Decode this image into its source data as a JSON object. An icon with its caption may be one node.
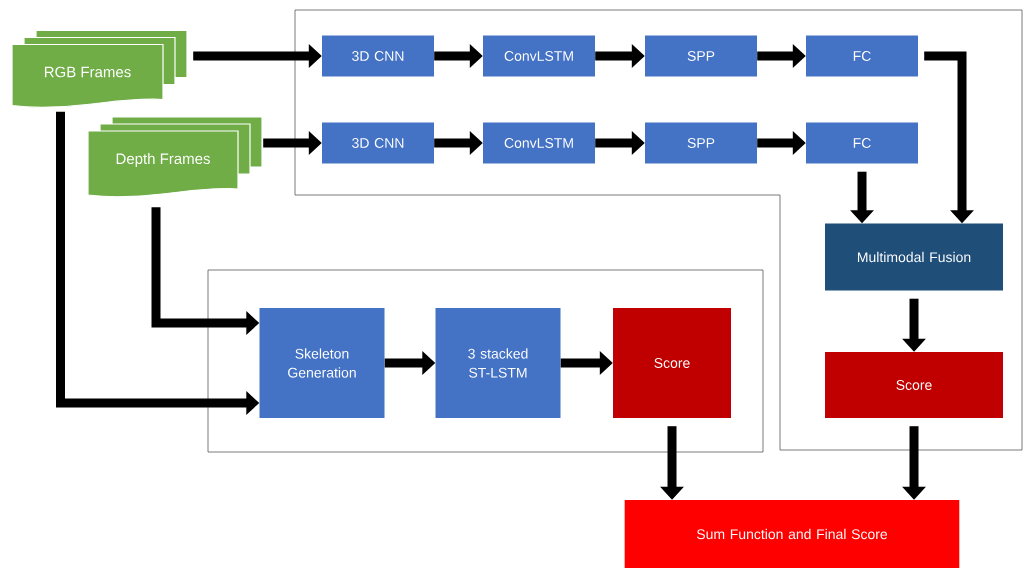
{
  "diagram": {
    "nodes": [
      {
        "text": [
          "RGB Frames"
        ]
      },
      {
        "text": [
          "Depth Frames"
        ]
      },
      {
        "text": [
          "3D CNN"
        ]
      },
      {
        "text": [
          "ConvLSTM"
        ]
      },
      {
        "text": [
          "SPP"
        ]
      },
      {
        "text": [
          "FC"
        ]
      },
      {
        "text": [
          "3D CNN"
        ]
      },
      {
        "text": [
          "ConvLSTM"
        ]
      },
      {
        "text": [
          "SPP"
        ]
      },
      {
        "text": [
          "FC"
        ]
      },
      {
        "text": [
          "Multimodal Fusion"
        ]
      },
      {
        "text": [
          "Score"
        ]
      },
      {
        "text": [
          "Skeleton Generation"
        ]
      },
      {
        "text": [
          "3 stacked ST-LSTM"
        ]
      },
      {
        "text": [
          "Score"
        ]
      },
      {
        "text": [
          "Sum Function and Final Score"
        ]
      }
    ],
    "edges": [
      {
        "from": 0,
        "to": 2,
        "arrow": "to"
      },
      {
        "from": 2,
        "to": 3,
        "arrow": "to"
      },
      {
        "from": 3,
        "to": 4,
        "arrow": "to"
      },
      {
        "from": 4,
        "to": 5,
        "arrow": "to"
      },
      {
        "from": 1,
        "to": 6,
        "arrow": "to"
      },
      {
        "from": 6,
        "to": 7,
        "arrow": "to"
      },
      {
        "from": 7,
        "to": 8,
        "arrow": "to"
      },
      {
        "from": 8,
        "to": 9,
        "arrow": "to"
      },
      {
        "from": 5,
        "to": 10,
        "arrow": "to"
      },
      {
        "from": 9,
        "to": 10,
        "arrow": "to"
      },
      {
        "from": 10,
        "to": 11,
        "arrow": "to"
      },
      {
        "from": 1,
        "to": 12,
        "arrow": "to"
      },
      {
        "from": 0,
        "to": 12,
        "arrow": "to"
      },
      {
        "from": 12,
        "to": 13,
        "arrow": "to"
      },
      {
        "from": 13,
        "to": 14,
        "arrow": "to"
      },
      {
        "from": 14,
        "to": 15,
        "arrow": "to"
      },
      {
        "from": 11,
        "to": 15,
        "arrow": "to"
      }
    ]
  }
}
